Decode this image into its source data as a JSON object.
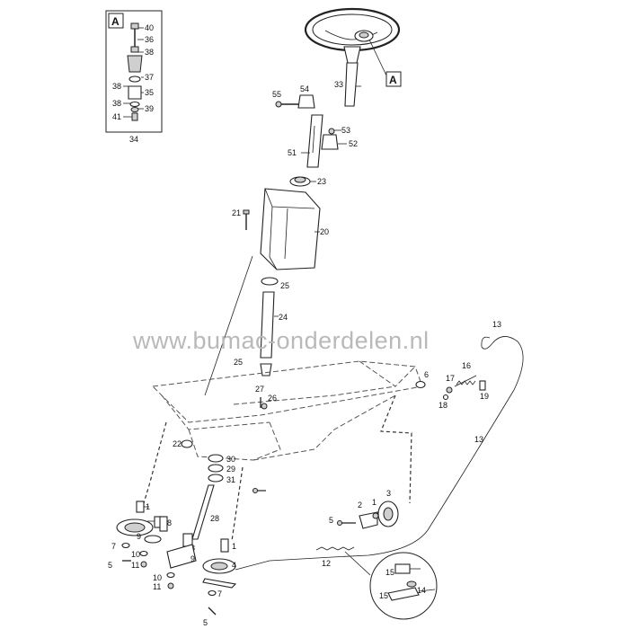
{
  "watermark": "www.bumac-onderdelen.nl",
  "box_a_letter": "A",
  "callout_a_letter": "A",
  "inset_labels": [
    "40",
    "36",
    "38",
    "37",
    "38",
    "35",
    "38",
    "39",
    "41",
    "34"
  ],
  "labels": {
    "p33": "33",
    "p54": "54",
    "p55": "55",
    "p53": "53",
    "p52": "52",
    "p51": "51",
    "p23": "23",
    "p21": "21",
    "p20": "20",
    "p25a": "25",
    "p24": "24",
    "p25b": "25",
    "p27": "27",
    "p26": "26",
    "p6": "6",
    "p13a": "13",
    "p16": "16",
    "p17": "17",
    "p18": "18",
    "p19": "19",
    "p13b": "13",
    "p22": "22",
    "p30": "30",
    "p29": "29",
    "p31": "31",
    "p1a": "1",
    "p8a": "8",
    "p9a": "9",
    "p7a": "7",
    "p5a": "5",
    "p10a": "10",
    "p11a": "11",
    "p28": "28",
    "p8b": "8",
    "p9b": "9",
    "p1b": "1",
    "p4": "4",
    "p10b": "10",
    "p11b": "11",
    "p7b": "7",
    "p5b": "5",
    "p3": "3",
    "p2": "2",
    "p1c": "1",
    "p5c": "5",
    "p12": "12",
    "p15a": "15",
    "p14": "14",
    "p15b": "15"
  }
}
